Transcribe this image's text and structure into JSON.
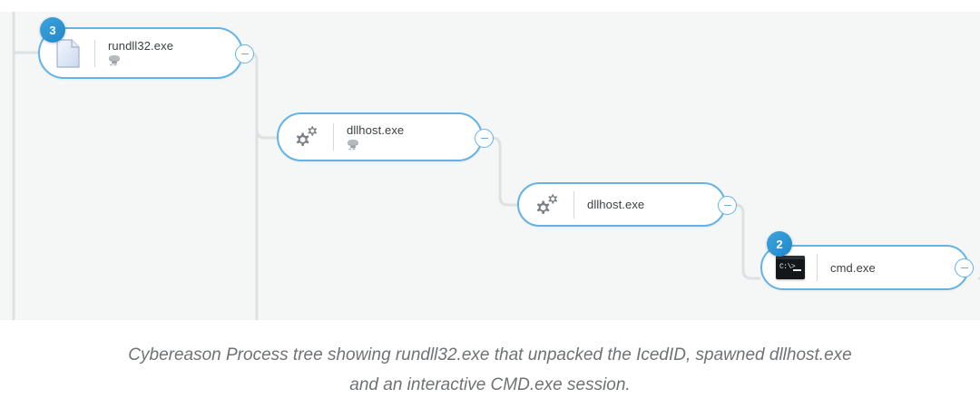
{
  "canvas": {
    "background_color": "#f5f6f6",
    "accent_color": "#63b3e6",
    "badge_color": "#2088ca",
    "connector_color": "#dde1e3"
  },
  "tree": {
    "nodes": [
      {
        "id": "rundll32",
        "label": "rundll32.exe",
        "icon": "file-document-icon",
        "badge": "3",
        "has_badge": true,
        "has_network_icon": true,
        "collapse_label": "collapse"
      },
      {
        "id": "dllhost-1",
        "label": "dllhost.exe",
        "icon": "gears-icon",
        "badge": "",
        "has_badge": false,
        "has_network_icon": true,
        "collapse_label": "collapse"
      },
      {
        "id": "dllhost-2",
        "label": "dllhost.exe",
        "icon": "gears-icon",
        "badge": "",
        "has_badge": false,
        "has_network_icon": false,
        "collapse_label": "collapse"
      },
      {
        "id": "cmd",
        "label": "cmd.exe",
        "icon": "console-terminal-icon",
        "badge": "2",
        "has_badge": true,
        "has_network_icon": false,
        "collapse_label": "collapse"
      }
    ]
  },
  "caption": {
    "line1": "Cybereason Process tree showing rundll32.exe that unpacked the IcedID, spawned dllhost.exe",
    "line2": "and an interactive CMD.exe session."
  }
}
